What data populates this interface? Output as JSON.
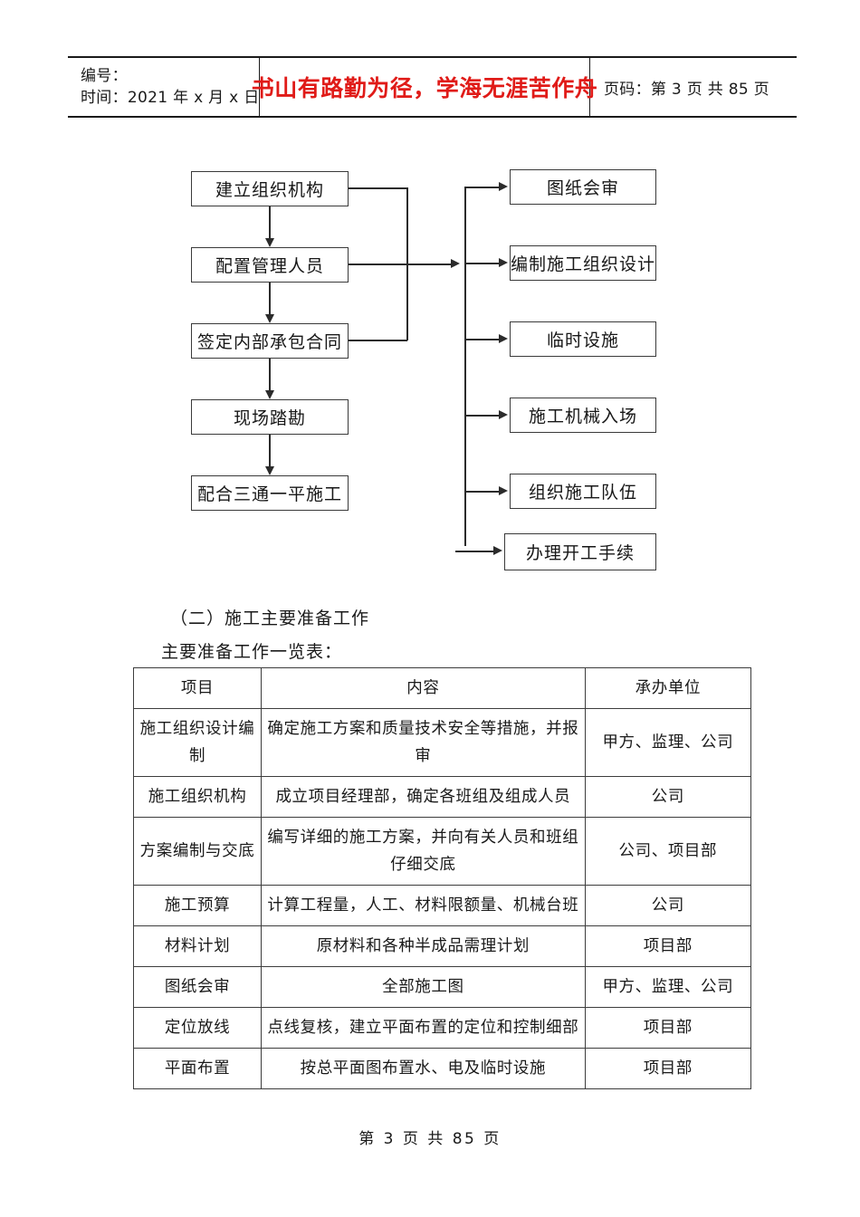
{
  "header": {
    "number_label": "编号：",
    "time_label": "时间：2021 年 x 月 x 日",
    "slogan": "书山有路勤为径，学海无涯苦作舟",
    "page_info": "页码：第 3 页  共 85 页"
  },
  "flowchart": {
    "left_nodes": [
      "建立组织机构",
      "配置管理人员",
      "签定内部承包合同",
      "现场踏勘",
      "配合三通一平施工"
    ],
    "right_nodes": [
      "图纸会审",
      "编制施工组织设计",
      "临时设施",
      "施工机械入场",
      "组织施工队伍",
      "办理开工手续"
    ]
  },
  "headings": {
    "section": "（二）施工主要准备工作",
    "table_caption": "主要准备工作一览表："
  },
  "table": {
    "columns": [
      "项目",
      "内容",
      "承办单位"
    ],
    "rows": [
      {
        "item": "施工组织设计编制",
        "content": "确定施工方案和质量技术安全等措施，并报审",
        "unit": "甲方、监理、公司"
      },
      {
        "item": "施工组织机构",
        "content": "成立项目经理部，确定各班组及组成人员",
        "unit": "公司"
      },
      {
        "item": "方案编制与交底",
        "content": "编写详细的施工方案，并向有关人员和班组仔细交底",
        "unit": "公司、项目部"
      },
      {
        "item": "施工预算",
        "content": "计算工程量，人工、材料限额量、机械台班",
        "unit": "公司"
      },
      {
        "item": "材料计划",
        "content": "原材料和各种半成品需理计划",
        "unit": "项目部"
      },
      {
        "item": "图纸会审",
        "content": "全部施工图",
        "unit": "甲方、监理、公司"
      },
      {
        "item": "定位放线",
        "content": "点线复核，建立平面布置的定位和控制细部",
        "unit": "项目部"
      },
      {
        "item": "平面布置",
        "content": "按总平面图布置水、电及临时设施",
        "unit": "项目部"
      }
    ]
  },
  "footer": {
    "page_text": "第 3 页 共 85 页"
  },
  "colors": {
    "slogan_red": "#e01b18",
    "ink": "#1a1a1a",
    "rule": "#3d3d3d"
  }
}
